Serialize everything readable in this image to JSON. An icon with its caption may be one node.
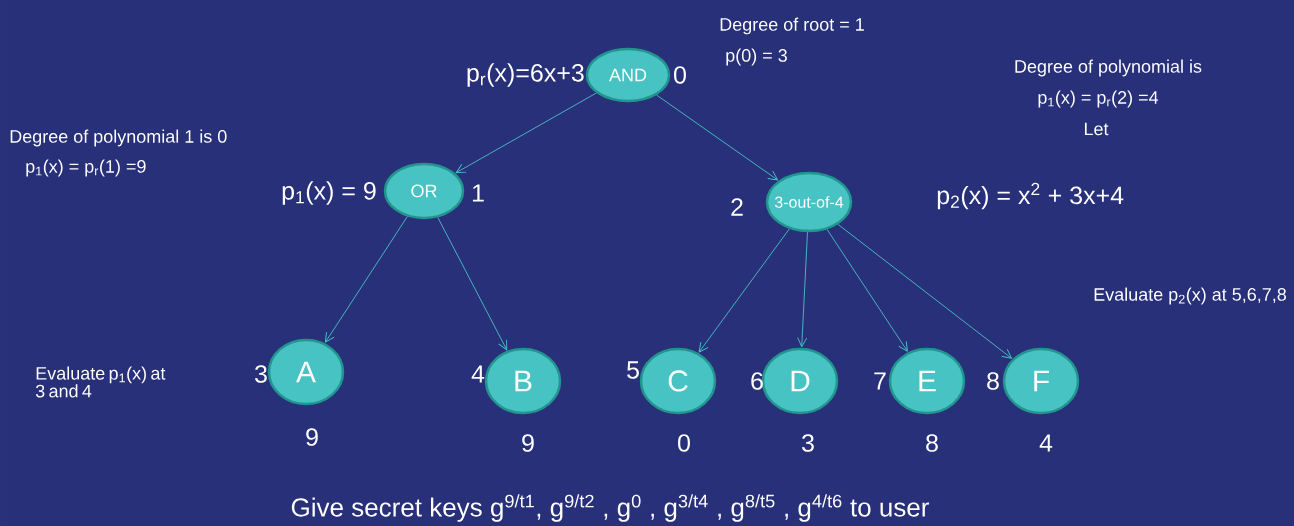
{
  "diagram": {
    "nodes": [
      {
        "text": [
          "AND"
        ],
        "beside": [
          "p$_{r}$(x)=6x+3",
          "0"
        ]
      },
      {
        "text": [
          "OR"
        ],
        "beside": [
          "p$_{1}$(x) = 9",
          "1"
        ]
      },
      {
        "text": [
          "3-out-of-4"
        ],
        "beside": [
          "2",
          "p$_{2}$(x) = x$^{2}$ + 3x+4"
        ]
      },
      {
        "text": [
          "A"
        ],
        "beside": [
          "3",
          "9"
        ]
      },
      {
        "text": [
          "B"
        ],
        "beside": [
          "4",
          "9"
        ]
      },
      {
        "text": [
          "C"
        ],
        "beside": [
          "5",
          "0"
        ]
      },
      {
        "text": [
          "D"
        ],
        "beside": [
          "6",
          "3"
        ]
      },
      {
        "text": [
          "E"
        ],
        "beside": [
          "7",
          "8"
        ]
      },
      {
        "text": [
          "F"
        ],
        "beside": [
          "8",
          "4"
        ]
      }
    ],
    "edges": [
      {
        "from": 0,
        "to": 1,
        "arrow": "to"
      },
      {
        "from": 0,
        "to": 2,
        "arrow": "to"
      },
      {
        "from": 1,
        "to": 3,
        "arrow": "to"
      },
      {
        "from": 1,
        "to": 4,
        "arrow": "to"
      },
      {
        "from": 2,
        "to": 5,
        "arrow": "to"
      },
      {
        "from": 2,
        "to": 6,
        "arrow": "to"
      },
      {
        "from": 2,
        "to": 7,
        "arrow": "to"
      },
      {
        "from": 2,
        "to": 8,
        "arrow": "to"
      }
    ],
    "labels": [
      "Degree of root = 1",
      "p(0) = 3",
      "Degree of polynomial is",
      "p$_{1}$(x) = p$_{r}$(2) =4",
      "Let",
      "Degree of polynomial 1 is 0",
      "p$_{1}$(x) = p$_{r}$(1) =9",
      "Evaluate p$_{2}$(x) at 5,6,7,8",
      "Evaluate p$_{1}$(x) at 3 and 4",
      "Give secret keys g$^{9/t1}$, g$^{9/t2}$ , g$^{0}$ , g$^{3/t4}$ , g$^{8/t5}$ , g$^{4/t6}$  to user"
    ]
  }
}
